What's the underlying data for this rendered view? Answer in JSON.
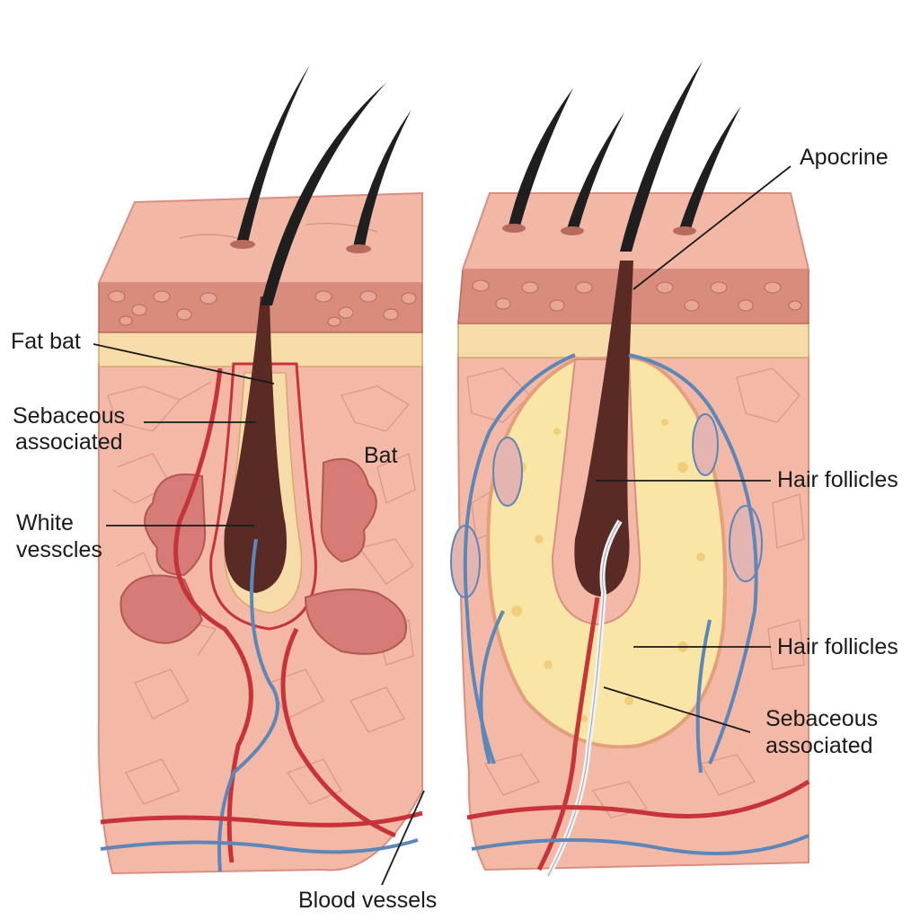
{
  "labels": {
    "fat_bat": "Fat bat",
    "sebaceous_left_1": "Sebaceous",
    "sebaceous_left_2": "associated",
    "white_vessels_1": "White",
    "white_vessels_2": "vesscles",
    "bat": "Bat",
    "blood_vessels": "Blood vessels",
    "apocrine": "Apocrine",
    "hair_follicles_upper": "Hair follicles",
    "hair_follicles_lower": "Hair follicles",
    "sebaceous_right_1": "Sebaceous",
    "sebaceous_right_2": "associated"
  },
  "colors": {
    "skin_surface": "#f3b7a5",
    "epidermis": "#d98b7c",
    "fat_layer": "#f6dca8",
    "dermis": "#f4b9a6",
    "hair_shaft": "#5a2a24",
    "hair": "#1f1f1f",
    "artery": "#c6343a",
    "vein": "#5d87b8",
    "gland": "#d77b76",
    "adipose": "#f9e6a6"
  }
}
